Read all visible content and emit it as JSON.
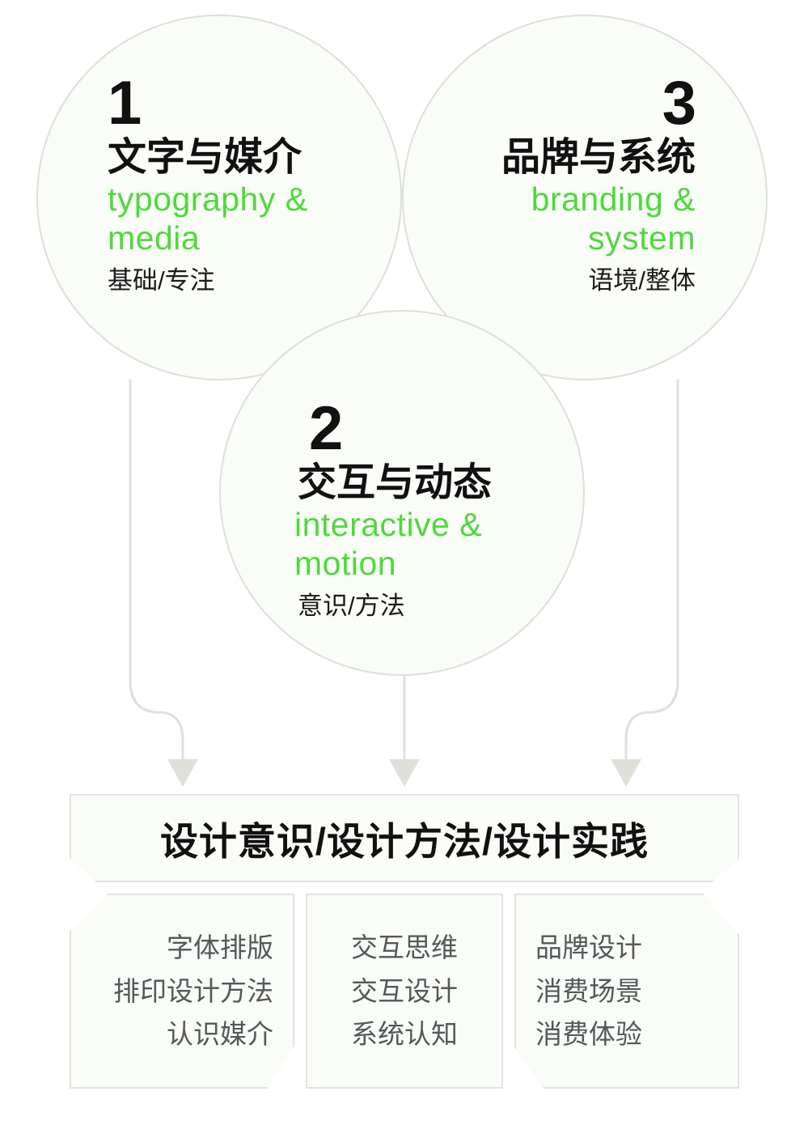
{
  "theme": {
    "accent_green": "#4fd93c",
    "ink": "#111111",
    "muted_ink": "#55585a",
    "line": "#dcdfda",
    "panel_fill": "#f9fcf7",
    "background": "#ffffff"
  },
  "circles": [
    {
      "number": "1",
      "title_cn": "文字与媒介",
      "title_en_line1": "typography &",
      "title_en_line2": "media",
      "subtitle": "基础/专注"
    },
    {
      "number": "2",
      "title_cn": "交互与动态",
      "title_en_line1": "interactive &",
      "title_en_line2": "motion",
      "subtitle": "意识/方法"
    },
    {
      "number": "3",
      "title_cn": "品牌与系统",
      "title_en_line1": "branding &",
      "title_en_line2": "system",
      "subtitle": "语境/整体"
    }
  ],
  "banner": {
    "text": "设计意识/设计方法/设计实践"
  },
  "outcome_boxes": [
    {
      "align": "right",
      "lines": [
        "字体排版",
        "排印设计方法",
        "认识媒介"
      ]
    },
    {
      "align": "center",
      "lines": [
        "交互思维",
        "交互设计",
        "系统认知"
      ]
    },
    {
      "align": "left",
      "lines": [
        "品牌设计",
        "消费场景",
        "消费体验"
      ]
    }
  ],
  "connectors": [
    {
      "name": "left-branch-arrow"
    },
    {
      "name": "center-branch-arrow"
    },
    {
      "name": "right-branch-arrow"
    }
  ]
}
